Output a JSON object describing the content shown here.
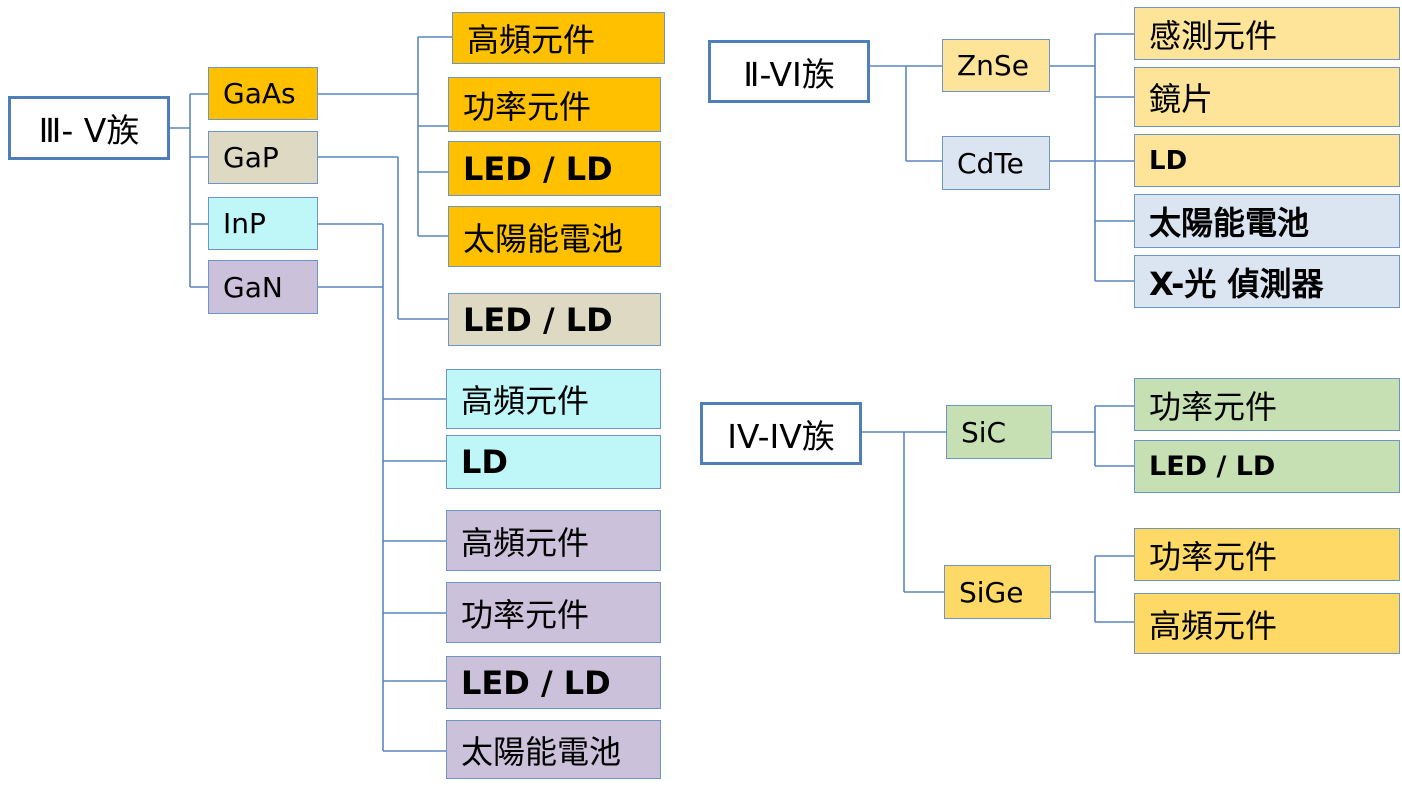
{
  "groups": [
    {
      "family": "Ⅲ- Ⅴ族",
      "materials": [
        {
          "name": "GaAs",
          "color": "#ffc000",
          "applications": [
            "高頻元件",
            "功率元件",
            "LED / LD",
            "太陽能電池"
          ]
        },
        {
          "name": "GaP",
          "color": "#ddd9c3",
          "applications": [
            "LED / LD"
          ]
        },
        {
          "name": "InP",
          "color": "#bff6f8",
          "applications": [
            "高頻元件",
            "LD"
          ]
        },
        {
          "name": "GaN",
          "color": "#ccc1da",
          "applications": [
            "高頻元件",
            "功率元件",
            "LED / LD",
            "太陽能電池"
          ]
        }
      ]
    },
    {
      "family": "Ⅱ-VI族",
      "materials": [
        {
          "name": "ZnSe",
          "color": "#fde498",
          "applications": [
            "感測元件",
            "鏡片",
            "LD"
          ]
        },
        {
          "name": "CdTe",
          "color": "#dbe5f1",
          "applications": [
            "太陽能電池",
            "X-光 偵測器"
          ]
        }
      ]
    },
    {
      "family": "IV-IV族",
      "materials": [
        {
          "name": "SiC",
          "color": "#c6e0b4",
          "applications": [
            "功率元件",
            "LED / LD"
          ]
        },
        {
          "name": "SiGe",
          "color": "#ffd966",
          "applications": [
            "功率元件",
            "高頻元件"
          ]
        }
      ]
    }
  ],
  "connector_color": "#5b86c0",
  "border_color": "#4f7fba"
}
